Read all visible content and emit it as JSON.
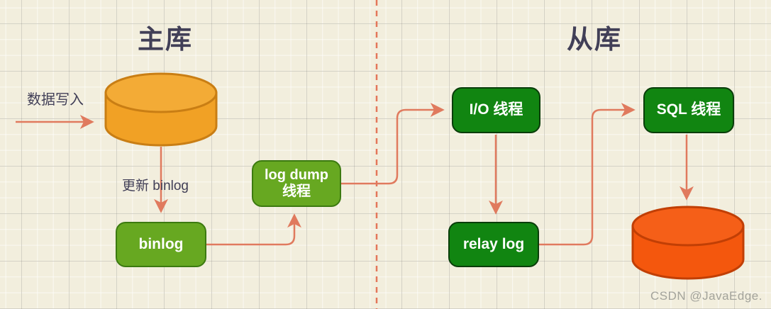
{
  "diagram": {
    "titles": {
      "master": "主库",
      "slave": "从库"
    },
    "labels": {
      "data_write": "数据写入",
      "update_binlog": "更新 binlog"
    },
    "nodes": {
      "master_db": {
        "shape": "cylinder",
        "fill": "#f1a125"
      },
      "binlog": {
        "label": "binlog"
      },
      "log_dump_thread": {
        "label_line1": "log dump",
        "label_line2": "线程"
      },
      "io_thread": {
        "label": "I/O 线程"
      },
      "relay_log": {
        "label": "relay log"
      },
      "sql_thread": {
        "label": "SQL 线程"
      },
      "slave_db": {
        "shape": "cylinder",
        "fill": "#f4570d"
      }
    },
    "colors": {
      "background": "#f2eedd",
      "light_green_fill": "#67a821",
      "light_green_border": "#3c7a10",
      "dark_green_fill": "#118511",
      "dark_green_border": "#0a3d0a",
      "orange_fill": "#f1a125",
      "orange_top": "#f3ab36",
      "orange_border": "#c97e14",
      "orange_red_fill": "#f4570d",
      "orange_red_top": "#f55f18",
      "orange_red_border": "#c13f05",
      "arrow": "#e07a5e",
      "divider": "#e4765a",
      "title_text": "#413f57",
      "watermark_text": "#a3a39b"
    },
    "watermark": "CSDN @JavaEdge."
  }
}
